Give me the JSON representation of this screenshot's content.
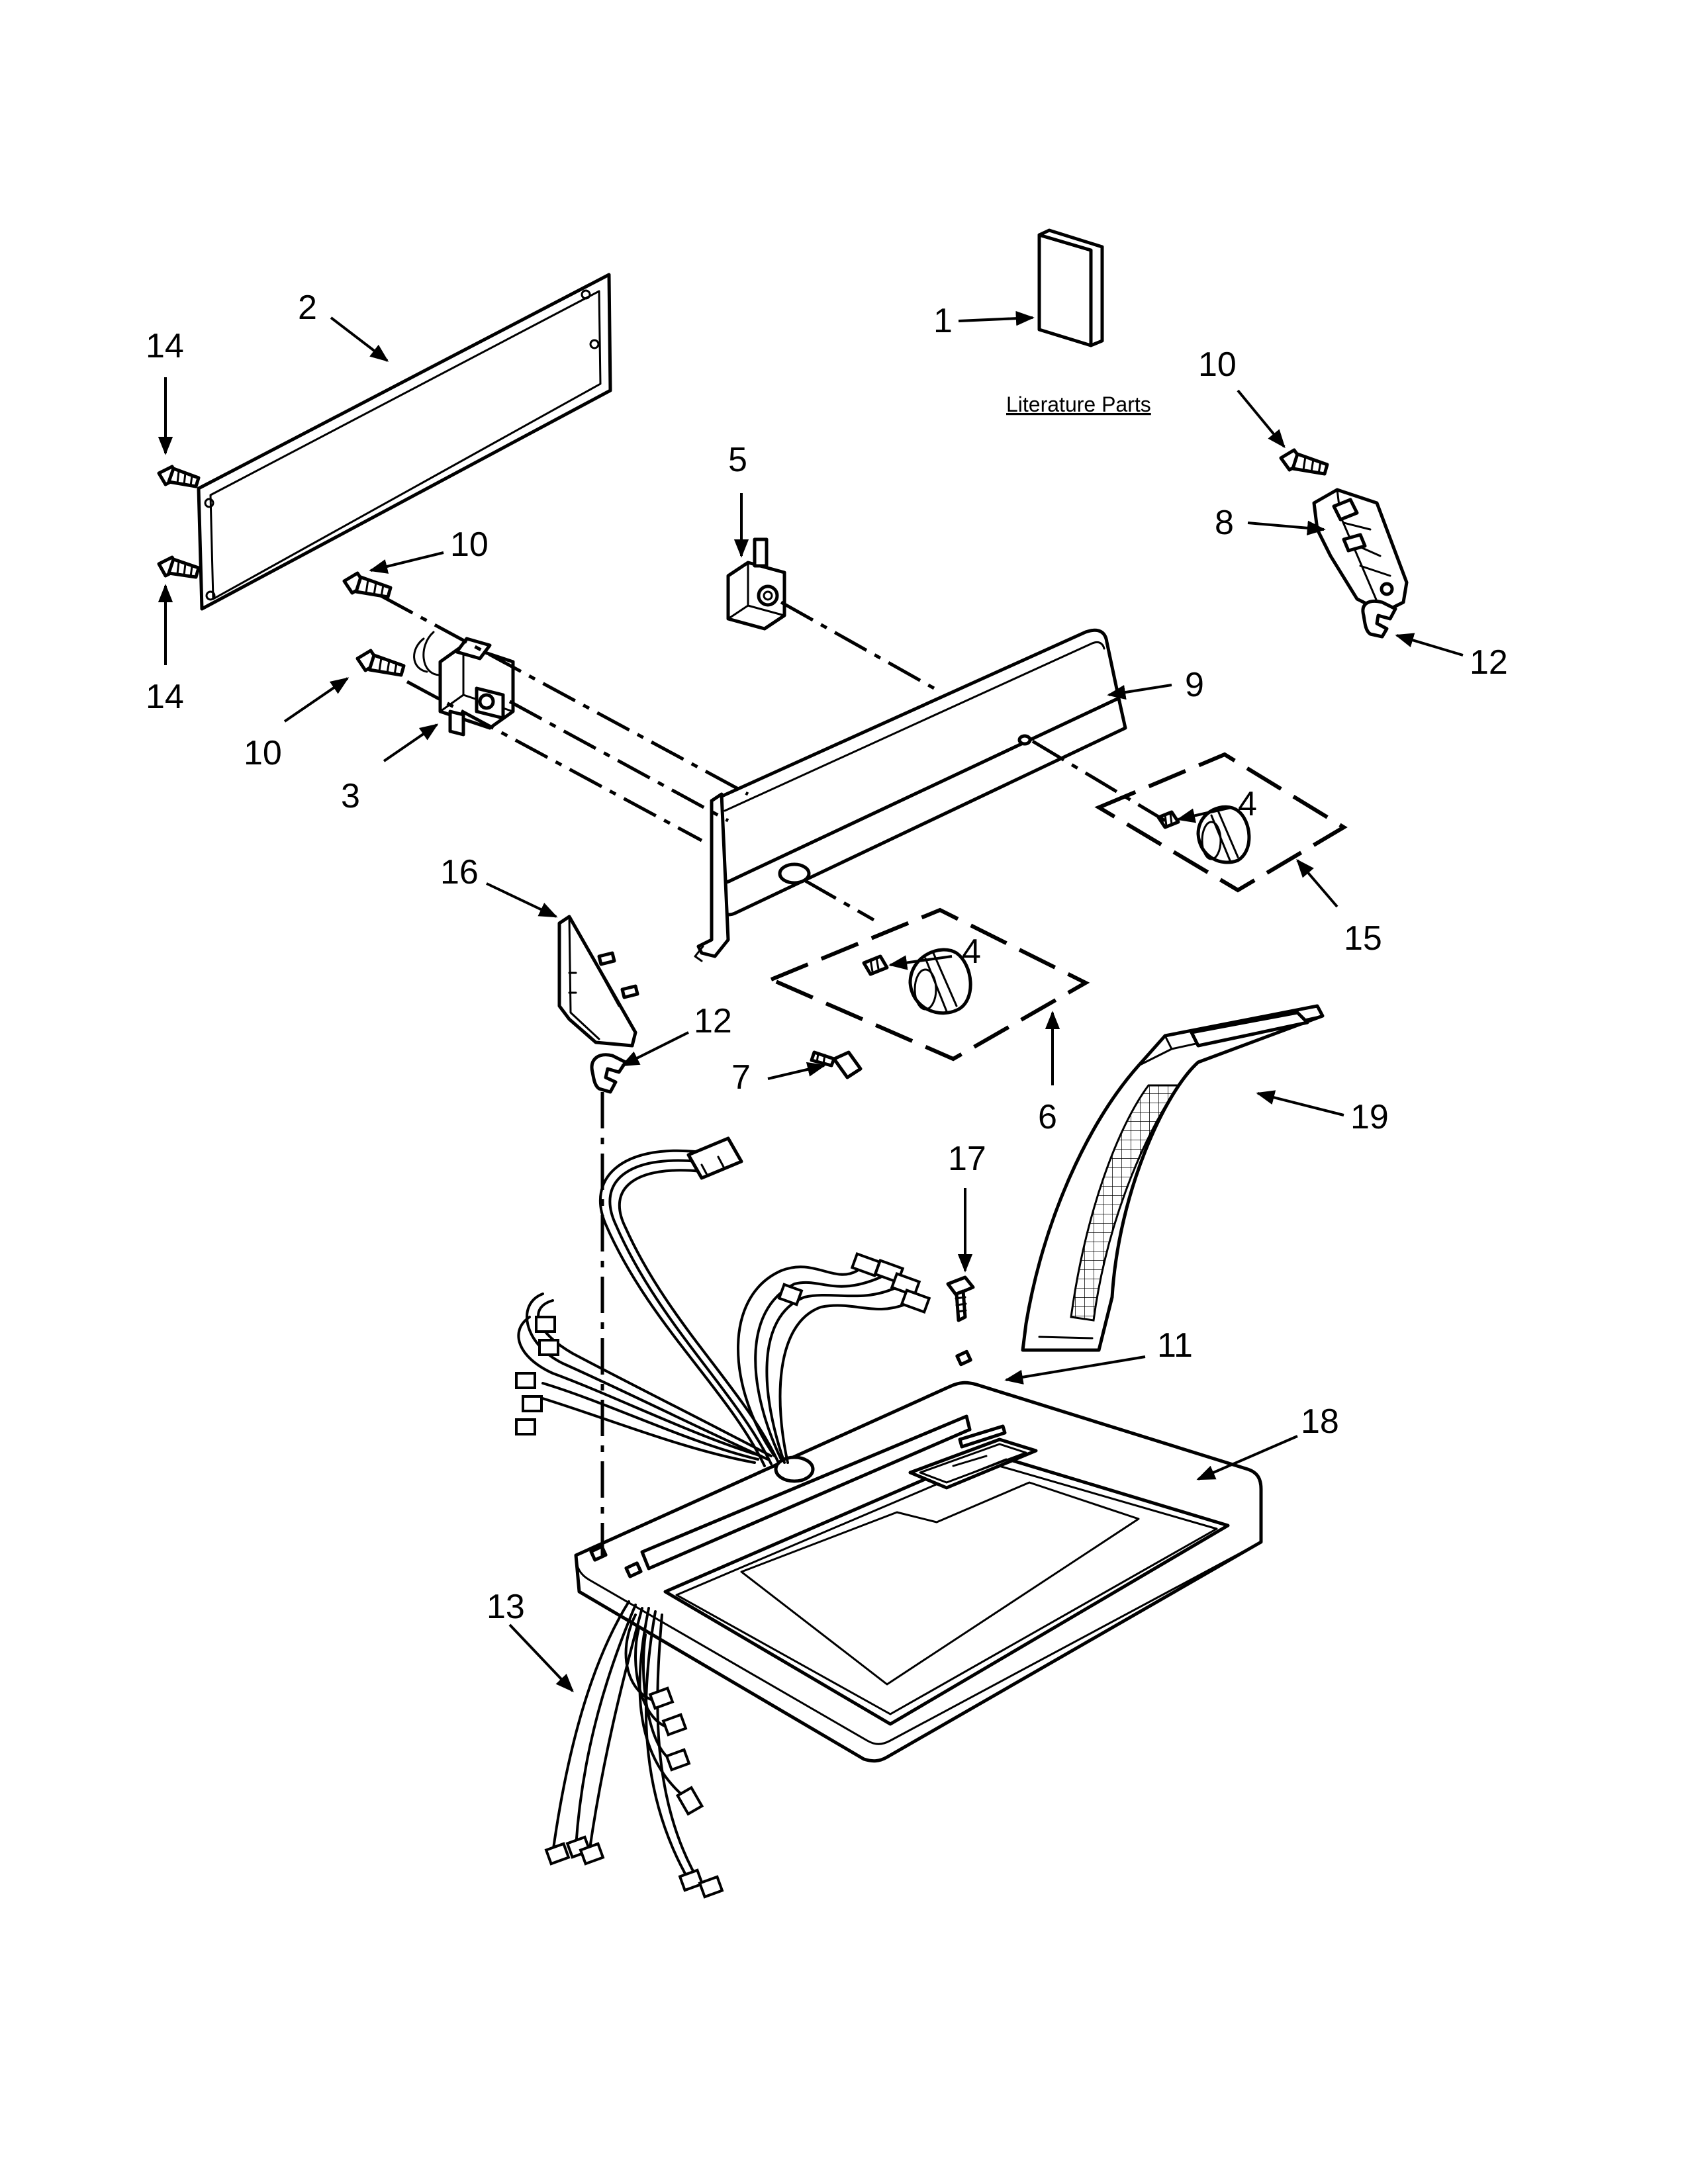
{
  "labels": {
    "l1": "1",
    "l2": "2",
    "l3": "3",
    "l4a": "4",
    "l4b": "4",
    "l5": "5",
    "l6": "6",
    "l7": "7",
    "l8": "8",
    "l9": "9",
    "l10a": "10",
    "l10b": "10",
    "l10c": "10",
    "l11": "11",
    "l12a": "12",
    "l12b": "12",
    "l13": "13",
    "l14a": "14",
    "l14b": "14",
    "l15": "15",
    "l16": "16",
    "l17": "17",
    "l18": "18",
    "l19": "19"
  },
  "literature_caption": "Literature Parts"
}
